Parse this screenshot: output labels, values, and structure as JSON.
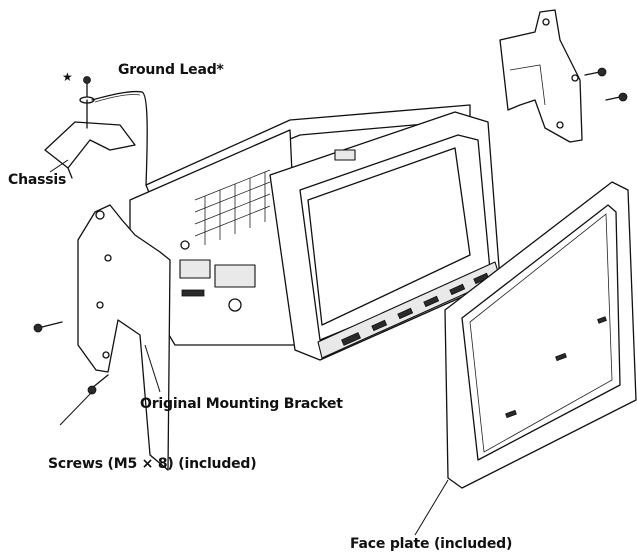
{
  "labels": {
    "star": "★",
    "ground_lead": "Ground Lead*",
    "chassis": "Chassis",
    "original_mounting_bracket": "Original Mounting Bracket",
    "screws": "Screws (M5 × 8) (included)",
    "face_plate": "Face plate (included)"
  },
  "colors": {
    "line": "#111111",
    "background": "#ffffff"
  }
}
